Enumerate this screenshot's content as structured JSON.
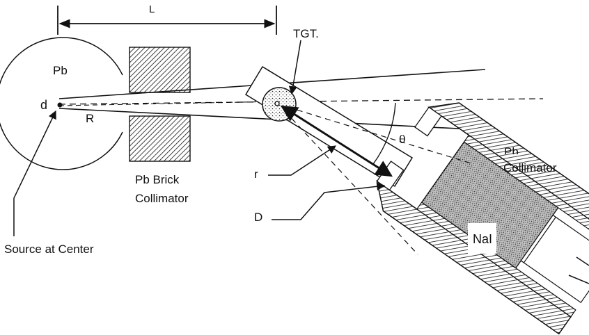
{
  "labels": {
    "length": "L",
    "target": "TGT.",
    "shield": "Pb",
    "source_diameter": "d",
    "shield_radius": "R",
    "brick_collimator_line1": "Pb Brick",
    "brick_collimator_line2": "Collimator",
    "angle": "θ",
    "detector_collimator_line1": "Pb",
    "detector_collimator_line2": "Collimator",
    "target_distance": "r",
    "detector_diameter": "D",
    "detector": "NaI",
    "source": "Source at Center"
  }
}
